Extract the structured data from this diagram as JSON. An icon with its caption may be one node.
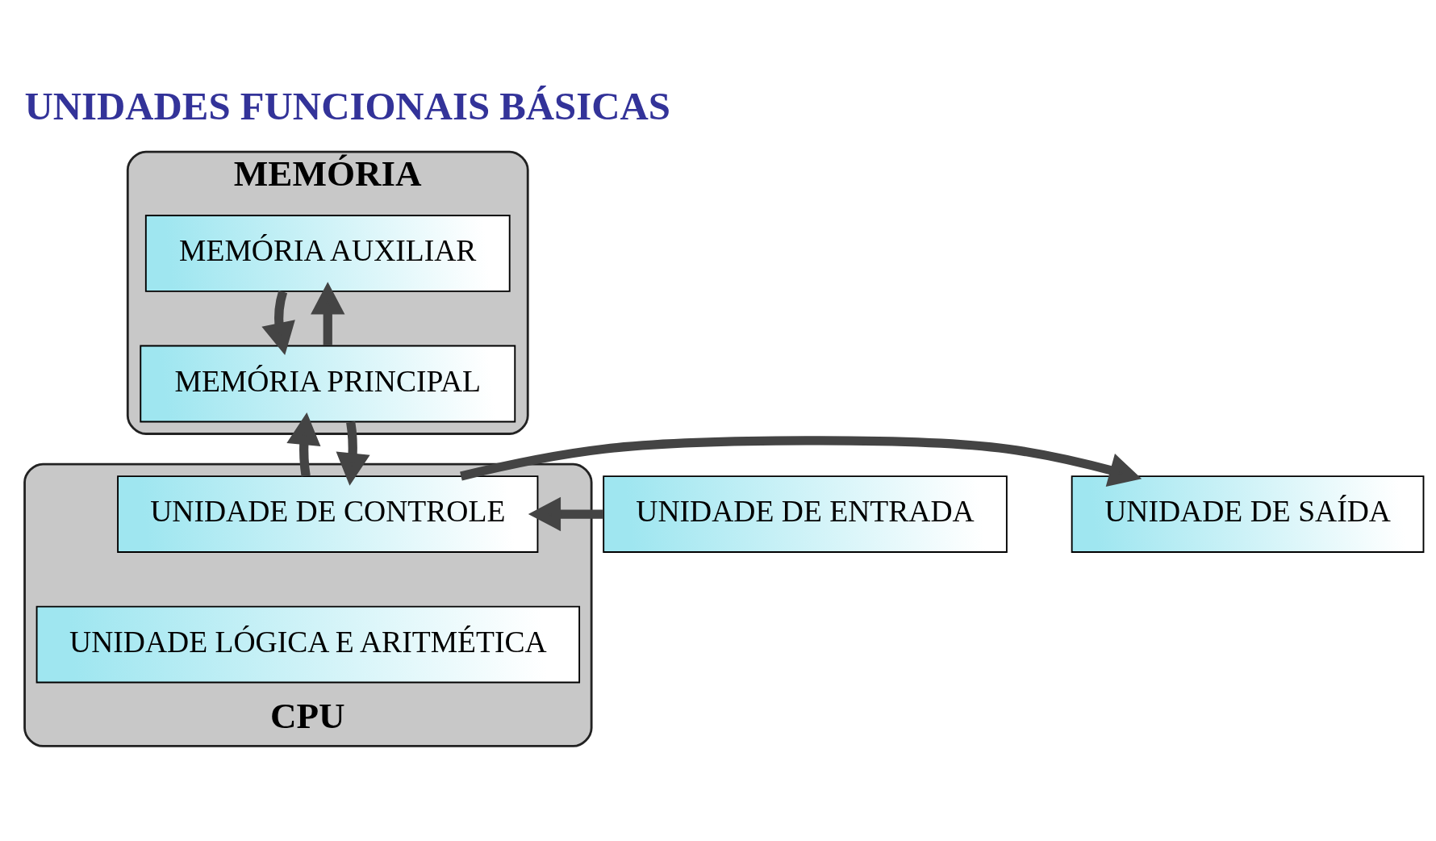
{
  "diagram": {
    "title": "UNIDADES FUNCIONAIS BÁSICAS",
    "nodes": [
      {
        "text": [
          "MEMÓRIA"
        ]
      },
      {
        "text": [
          "MEMÓRIA AUXILIAR"
        ],
        "in": 0
      },
      {
        "text": [
          "MEMÓRIA PRINCIPAL"
        ],
        "in": 0
      },
      {
        "text": [
          "CPU"
        ]
      },
      {
        "text": [
          "UNIDADE DE CONTROLE"
        ],
        "in": 3
      },
      {
        "text": [
          "UNIDADE LÓGICA E ARITMÉTICA"
        ],
        "in": 3
      },
      {
        "text": [
          "UNIDADE DE ENTRADA"
        ]
      },
      {
        "text": [
          "UNIDADE DE SAÍDA"
        ]
      }
    ],
    "edges": [
      {
        "from": 2,
        "to": 1,
        "arrow": "to"
      },
      {
        "from": 1,
        "to": 2,
        "arrow": "to"
      },
      {
        "from": 4,
        "to": 2,
        "arrow": "to"
      },
      {
        "from": 2,
        "to": 4,
        "arrow": "to"
      },
      {
        "from": 6,
        "to": 4,
        "arrow": "to"
      },
      {
        "from": 4,
        "to": 7,
        "arrow": "to"
      }
    ]
  }
}
